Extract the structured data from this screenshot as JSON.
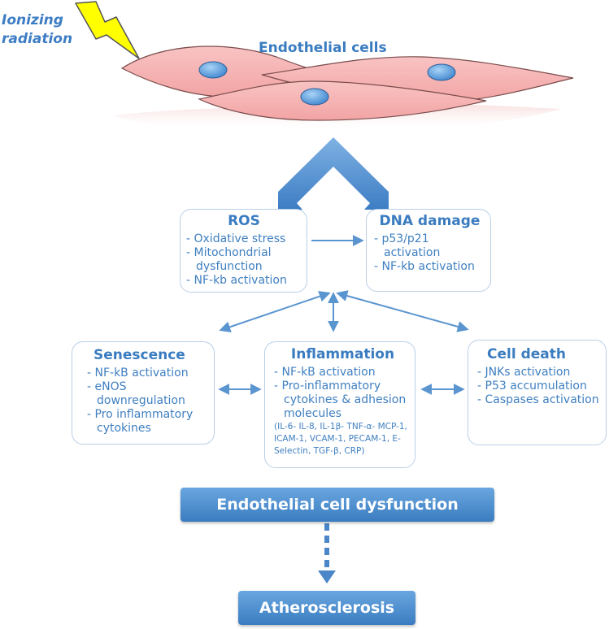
{
  "trigger": "Ionizing radiation",
  "cells_label": "Endothelial cells",
  "ros": {
    "title": "ROS",
    "items": [
      "- Oxidative stress",
      "- Mitochondrial dysfunction",
      "- NF-kb activation"
    ]
  },
  "dna": {
    "title": "DNA damage",
    "items": [
      "- p53/p21 activation",
      "- NF-kb activation"
    ]
  },
  "senescence": {
    "title": "Senescence",
    "items": [
      "- NF-kB activation",
      "- eNOS downregulation",
      "- Pro inflammatory cytokines"
    ]
  },
  "inflammation": {
    "title": "Inflammation",
    "items": [
      "- NF-kB activation",
      "- Pro-inflammatory cytokines & adhesion molecules"
    ],
    "markers": "(IL-6- IL-8, IL-1β- TNF-α- MCP-1, ICAM-1, VCAM-1, PECAM-1, E-Selectin, TGF-β, CRP)"
  },
  "cell_death": {
    "title": "Cell death",
    "items": [
      "- JNKs activation",
      "- P53 accumulation",
      "- Caspases activation"
    ]
  },
  "dysfunction": "Endothelial cell dysfunction",
  "outcome": "Atherosclerosis"
}
